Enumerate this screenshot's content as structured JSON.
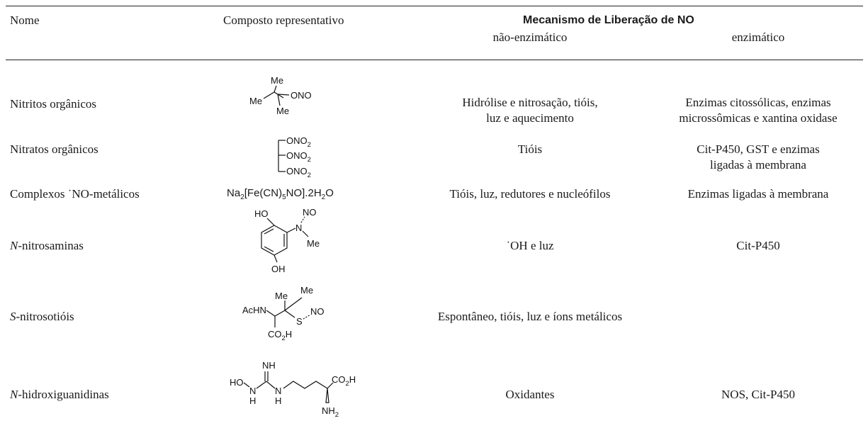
{
  "header": {
    "col_nome": "Nome",
    "col_composto": "Composto representativo",
    "col_mecanismo": "Mecanismo de Liberação de NO",
    "sub_nao_enzimatico": "não-enzimático",
    "sub_enzimatico": "enzimático"
  },
  "rows": [
    {
      "nome": "Nitritos orgânicos",
      "nao_enzimatico": [
        "Hidrólise e nitrosação, tióis,",
        "luz e aquecimento"
      ],
      "enzimatico": [
        "Enzimas citossólicas, enzimas",
        "microssômicas e xantina oxidase"
      ],
      "structure": {
        "me_top": "Me",
        "me_left": "Me",
        "me_bottom": "Me",
        "group": "ONO"
      }
    },
    {
      "nome": "Nitratos orgânicos",
      "nao_enzimatico": [
        "Tióis"
      ],
      "enzimatico": [
        "Cit-P450, GST e enzimas",
        "ligadas à membrana"
      ],
      "structure": {
        "group": "ONO",
        "sub": "2"
      }
    },
    {
      "nome": "Complexos ˙NO-metálicos",
      "nao_enzimatico": [
        "Tióis, luz, redutores e nucleófilos"
      ],
      "enzimatico": [
        "Enzimas ligadas à membrana"
      ],
      "formula": {
        "a": "Na",
        "a_sub": "2",
        "b": "[Fe(CN)",
        "b_sub": "5",
        "c": "NO].2H",
        "c_sub": "2",
        "d": "O"
      }
    },
    {
      "nome_prefix": "N",
      "nome": "-nitrosaminas",
      "nao_enzimatico": [
        "˙OH e luz"
      ],
      "enzimatico": [
        "Cit-P450"
      ],
      "structure": {
        "ho": "HO",
        "oh": "OH",
        "n": "N",
        "no": "NO",
        "me": "Me"
      }
    },
    {
      "nome_prefix": "S",
      "nome": "-nitrosotióis",
      "nao_enzimatico": [
        "Espontâneo, tióis, luz e íons metálicos"
      ],
      "enzimatico": [],
      "structure": {
        "me1": "Me",
        "me2": "Me",
        "achn": "AcHN",
        "s": "S",
        "no": "NO",
        "co": "CO",
        "co_sub": "2",
        "co_h": "H"
      }
    },
    {
      "nome_prefix": "N",
      "nome": "-hidroxiguanidinas",
      "nao_enzimatico": [
        "Oxidantes"
      ],
      "enzimatico": [
        "NOS, Cit-P450"
      ],
      "structure": {
        "nh": "NH",
        "ho": "HO",
        "n": "N",
        "h": "H",
        "co": "CO",
        "co_sub": "2",
        "co_h": "H",
        "nh2": "NH",
        "nh2_sub": "2"
      }
    }
  ]
}
